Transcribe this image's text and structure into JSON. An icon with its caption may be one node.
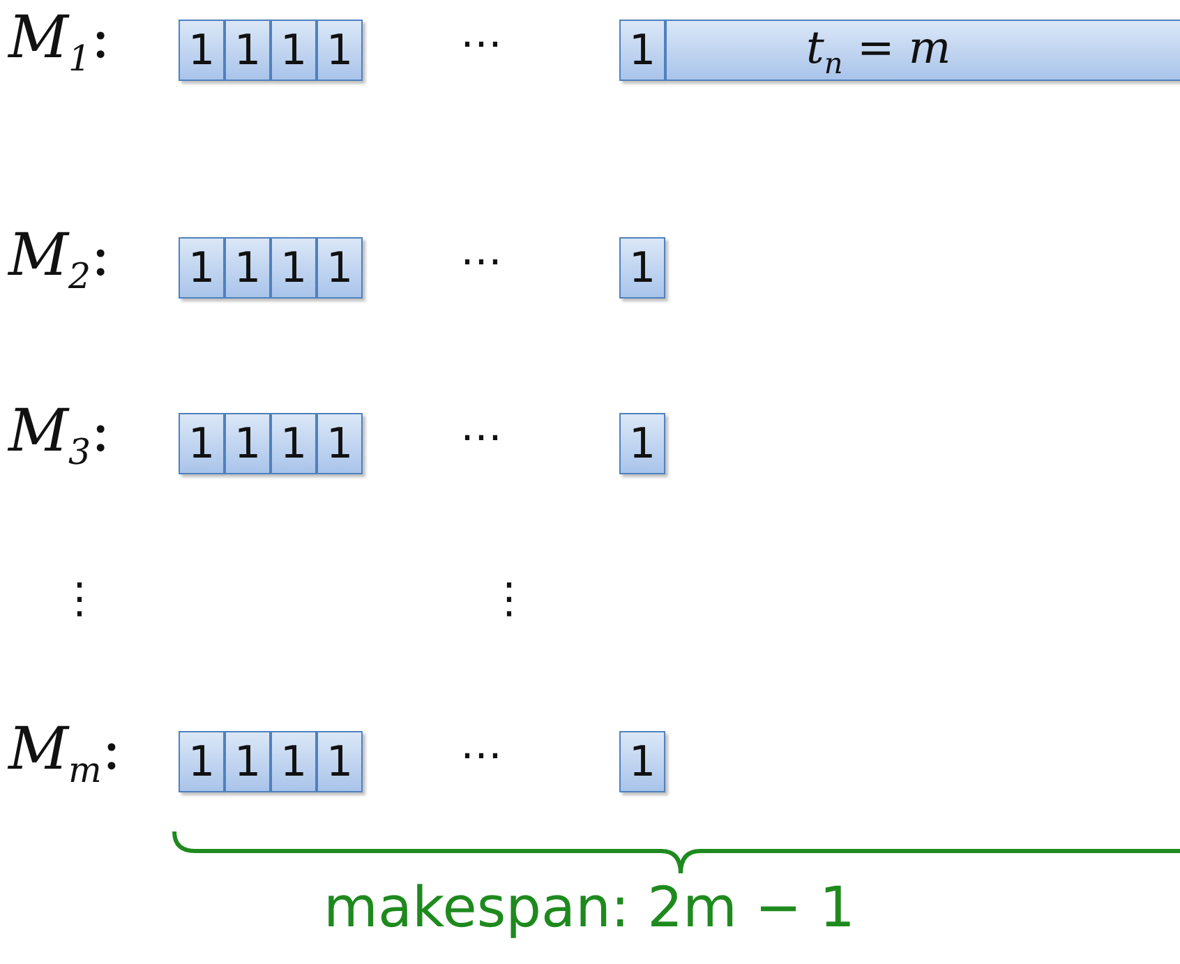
{
  "diagram": {
    "nodes": [
      {
        "text": [
          "1"
        ]
      },
      {
        "text": [
          "1"
        ]
      },
      {
        "text": [
          "1"
        ]
      },
      {
        "text": [
          "1"
        ]
      },
      {
        "text": [
          "1"
        ]
      },
      {
        "text": [
          "*t*$_{n}$ = *m*"
        ]
      },
      {
        "text": [
          "1"
        ]
      },
      {
        "text": [
          "1"
        ]
      },
      {
        "text": [
          "1"
        ]
      },
      {
        "text": [
          "1"
        ]
      },
      {
        "text": [
          "1"
        ]
      },
      {
        "text": [
          "1"
        ]
      },
      {
        "text": [
          "1"
        ]
      },
      {
        "text": [
          "1"
        ]
      },
      {
        "text": [
          "1"
        ]
      },
      {
        "text": [
          "1"
        ]
      },
      {
        "text": [
          "1"
        ]
      },
      {
        "text": [
          "1"
        ]
      },
      {
        "text": [
          "1"
        ]
      },
      {
        "text": [
          "1"
        ]
      },
      {
        "text": [
          "1"
        ]
      }
    ],
    "edges": [],
    "labels": [
      "*M*$_{1}$:",
      "⋯",
      "*M*$_{2}$:",
      "⋯",
      "*M*$_{3}$:",
      "⋯",
      "⋮",
      "⋮",
      "*M*$_{m}$:",
      "⋯",
      "makespan: 2m − 1"
    ]
  }
}
